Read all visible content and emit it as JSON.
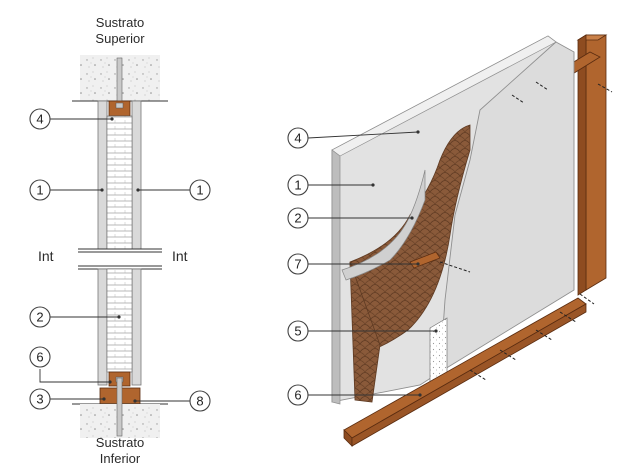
{
  "labels": {
    "top_substrate": [
      "Sustrato",
      "Superior"
    ],
    "bottom_substrate": [
      "Sustrato",
      "Inferior"
    ],
    "interior_left": "Int",
    "interior_right": "Int"
  },
  "section_callouts": [
    "4",
    "1",
    "1",
    "2",
    "6",
    "3",
    "8"
  ],
  "iso_callouts": [
    "4",
    "1",
    "2",
    "7",
    "5",
    "6"
  ],
  "colors": {
    "timber": "#b0652e",
    "timber_dark": "#7a3e1a",
    "board": "#d9d9d9",
    "board_edge": "#9a9a9a",
    "insulation": "#8a5a3a",
    "concrete": "#eeeeee"
  }
}
